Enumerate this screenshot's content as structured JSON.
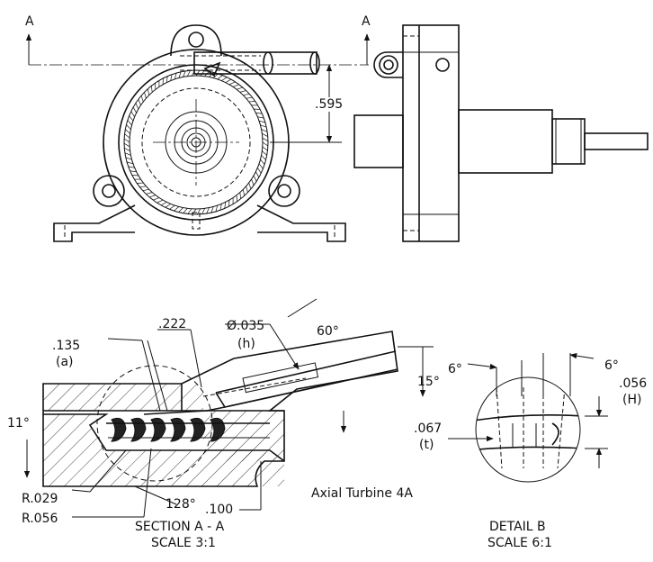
{
  "drawing": {
    "section_markers": [
      "A",
      "A"
    ],
    "dimensions": {
      "top_offset": ".595",
      "width_a_value": ".135",
      "width_a_tag": "(a)",
      "gap_value": ".222",
      "diameter_value": "Ø.035",
      "diameter_tag": "(h)",
      "angle_nozzle": "60°",
      "angle_exit": "15°",
      "thickness_value": ".067",
      "thickness_tag": "(t)",
      "angle_left": "11°",
      "radius_small": "R.029",
      "radius_large": "R.056",
      "angle_bottom": "128°",
      "depth_bottom": ".100",
      "detail_angle_left": "6°",
      "detail_angle_right": "6°",
      "detail_height_value": ".056",
      "detail_height_tag": "(H)"
    },
    "title": "Axial Turbine 4A",
    "section_view_label": "SECTION A - A",
    "section_view_scale": "SCALE 3:1",
    "detail_view_label": "DETAIL B",
    "detail_view_scale": "SCALE 6:1"
  }
}
